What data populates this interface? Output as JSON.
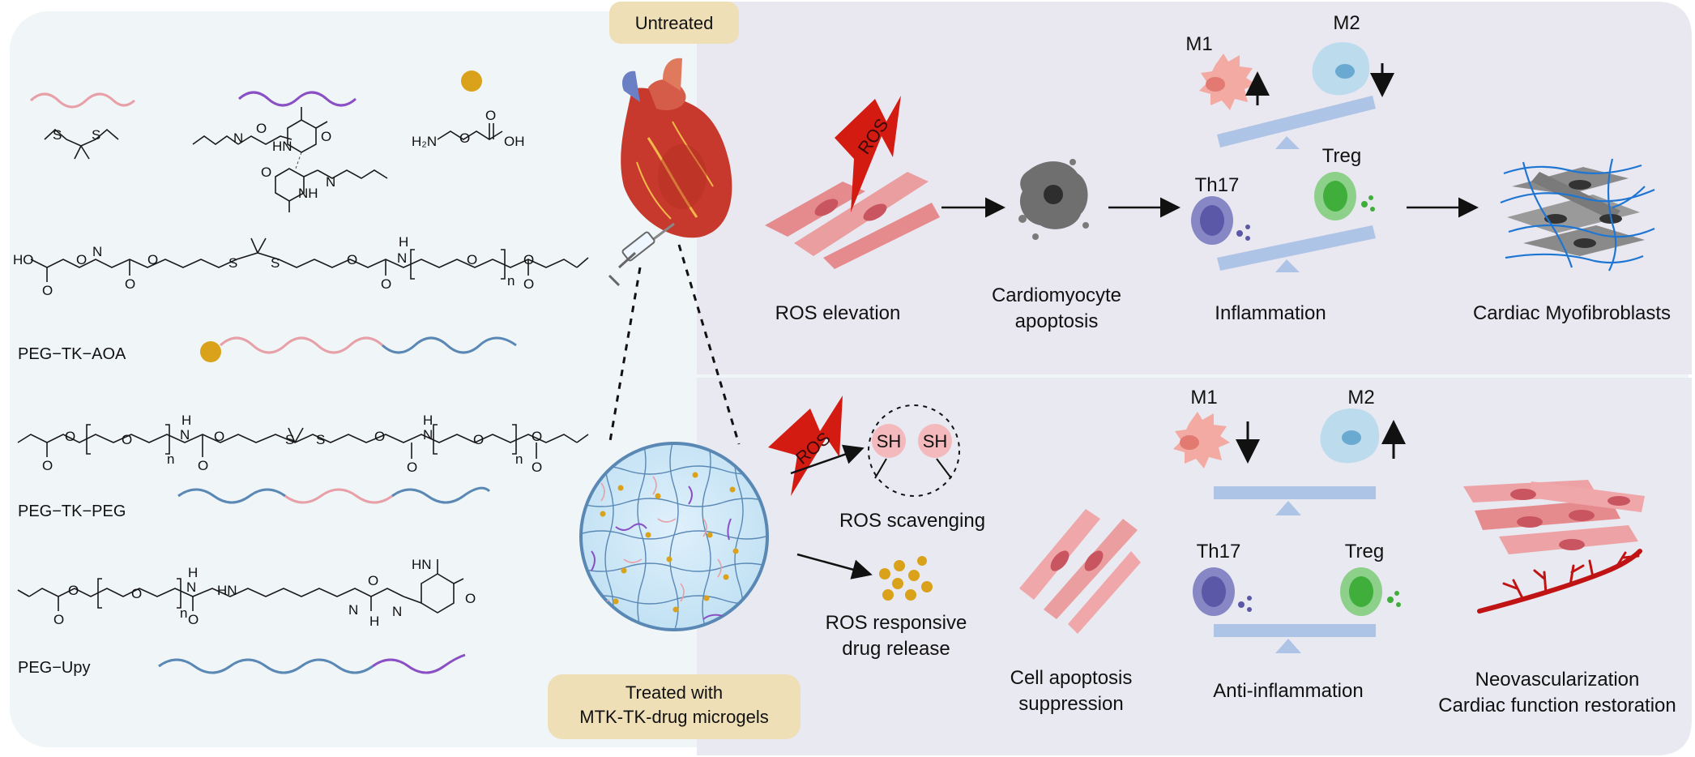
{
  "left_panel": {
    "molecules": [
      {
        "name": "PEG−TK−AOA"
      },
      {
        "name": "PEG−TK−PEG"
      },
      {
        "name": "PEG−Upy"
      }
    ],
    "atoms": {
      "ho": "HO",
      "oh": "OH",
      "h2n": "H₂N",
      "o": "O",
      "s": "S",
      "n": "n",
      "h": "H",
      "hn": "HN",
      "nh": "NH",
      "n_atom": "N"
    }
  },
  "badges": {
    "untreated": "Untreated",
    "treated_line1": "Treated with",
    "treated_line2": "MTK-TK-drug microgels"
  },
  "top_row": {
    "ros_tag": "ROS",
    "labels": {
      "ros_elevation": "ROS elevation",
      "cardio_line1": "Cardiomyocyte",
      "cardio_line2": "apoptosis",
      "inflammation": "Inflammation",
      "myofibroblasts": "Cardiac Myofibroblasts"
    },
    "cells": {
      "m1": "M1",
      "m2": "M2",
      "th17": "Th17",
      "treg": "Treg"
    }
  },
  "bottom_row": {
    "ros_tag": "ROS",
    "sh": "SH",
    "labels": {
      "ros_scavenging": "ROS scavenging",
      "release_line1": "ROS responsive",
      "release_line2": "drug release",
      "suppression_line1": "Cell apoptosis",
      "suppression_line2": "suppression",
      "anti_inflammation": "Anti-inflammation",
      "neo_line1": "Neovascularization",
      "neo_line2": "Cardiac function restoration"
    },
    "cells": {
      "m1": "M1",
      "m2": "M2",
      "th17": "Th17",
      "treg": "Treg"
    }
  },
  "colors": {
    "left_bg": "#f0f5f7",
    "right_bg": "#e9e8f1",
    "badge": "#eedfb7",
    "pink_chain": "#e8a0a8",
    "blue_chain": "#5a88b5",
    "purple_chain": "#8a4fc4",
    "gold": "#d9a21a",
    "ros_red": "#d41b12",
    "myocyte": "#e58b8e",
    "m1": "#f3aaa2",
    "m2": "#bcdcee",
    "th17": "#8887c6",
    "treg": "#8cd08a",
    "seesaw": "#aec4e6",
    "fiber": "#1f76d2",
    "vessel": "#c01414"
  }
}
